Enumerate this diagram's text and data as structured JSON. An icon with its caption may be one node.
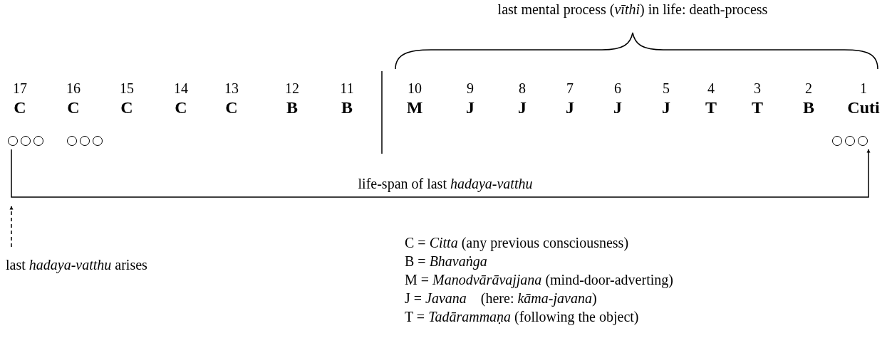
{
  "diagram": {
    "nodes": [
      {
        "text": [],
        "shape": "circle"
      },
      {
        "text": [],
        "shape": "circle"
      },
      {
        "text": [],
        "shape": "circle"
      },
      {
        "text": [
          "last *hadaya-vatthu* arises"
        ]
      }
    ],
    "edges": [
      {
        "from": 0,
        "to": 2,
        "arrow": "to",
        "label": "life-span of last *hadaya-vatthu*"
      },
      {
        "from": 3,
        "to": null,
        "arrow": "to",
        "style": "dashed"
      }
    ],
    "labels": [
      "last mental process (*vīthi*) in life: death-process",
      "17",
      "16",
      "15",
      "14",
      "13",
      "12",
      "11",
      "10",
      "9",
      "8",
      "7",
      "6",
      "5",
      "4",
      "3",
      "2",
      "1",
      "C",
      "C",
      "C",
      "C",
      "C",
      "B",
      "B",
      "M",
      "J",
      "J",
      "J",
      "J",
      "J",
      "T",
      "T",
      "B",
      "Cuti",
      "C = *Citta* (any previous consciousness)",
      "B = *Bhavaṅga*",
      "M = *Manodvārāvajjana* (mind-door-adverting)",
      "J = *Javana*    (here: *kāma-javana*)",
      "T = *Tadārammaṇa* (following the object)"
    ]
  }
}
